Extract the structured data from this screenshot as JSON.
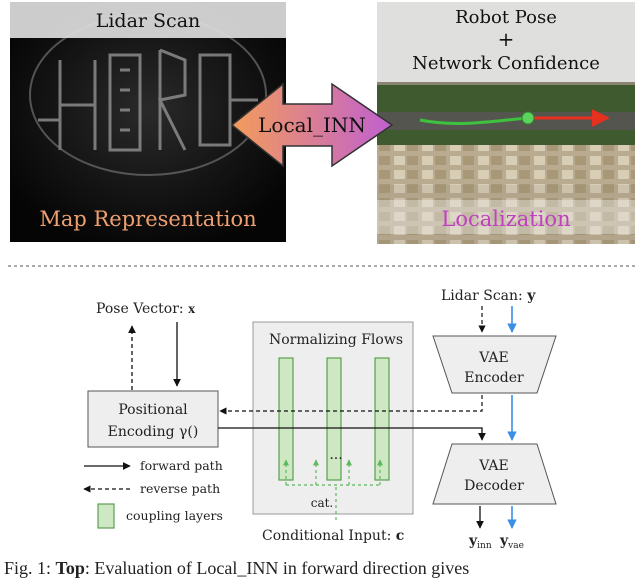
{
  "top": {
    "lidar_title": "Lidar Scan",
    "map_label": "Map Representation",
    "robot_title_line1": "Robot Pose",
    "robot_title_plus": "+",
    "robot_title_line2": "Network Confidence",
    "loc_label": "Localization",
    "arrow_label": "Local_INN",
    "colors": {
      "map_label": "#f0a070",
      "loc_label": "#c040c0",
      "arrow_left": "#f39c5a",
      "arrow_right": "#c060d0",
      "path_green": "#3ec23e",
      "path_red": "#e8301e"
    }
  },
  "bottom": {
    "pose_vector": "Pose Vector: ",
    "pose_vector_sym": "x",
    "positional_line1": "Positional",
    "positional_line2": "Encoding γ()",
    "flows_title": "Normalizing Flows",
    "dots": "...",
    "cat": "cat.",
    "conditional_input": "Conditional Input: ",
    "conditional_sym": "c",
    "lidar_scan": "Lidar Scan: ",
    "lidar_sym": "y",
    "vae": "VAE",
    "encoder": "Encoder",
    "decoder": "Decoder",
    "y_inn": "y",
    "y_inn_sub": "inn",
    "y_vae": "y",
    "y_vae_sub": "vae",
    "legend_forward": "forward path",
    "legend_reverse": "reverse path",
    "legend_coupling": "coupling layers",
    "colors": {
      "coupling_fill": "#cfe8c4",
      "coupling_stroke": "#5aa050",
      "flow_box": "#eeeeee",
      "blue": "#3a8ee6",
      "cond_green": "#5cb85c"
    }
  },
  "caption": {
    "fig": "Fig. 1: ",
    "bold": "Top",
    "rest": ": Evaluation of Local_INN in forward direction gives"
  }
}
